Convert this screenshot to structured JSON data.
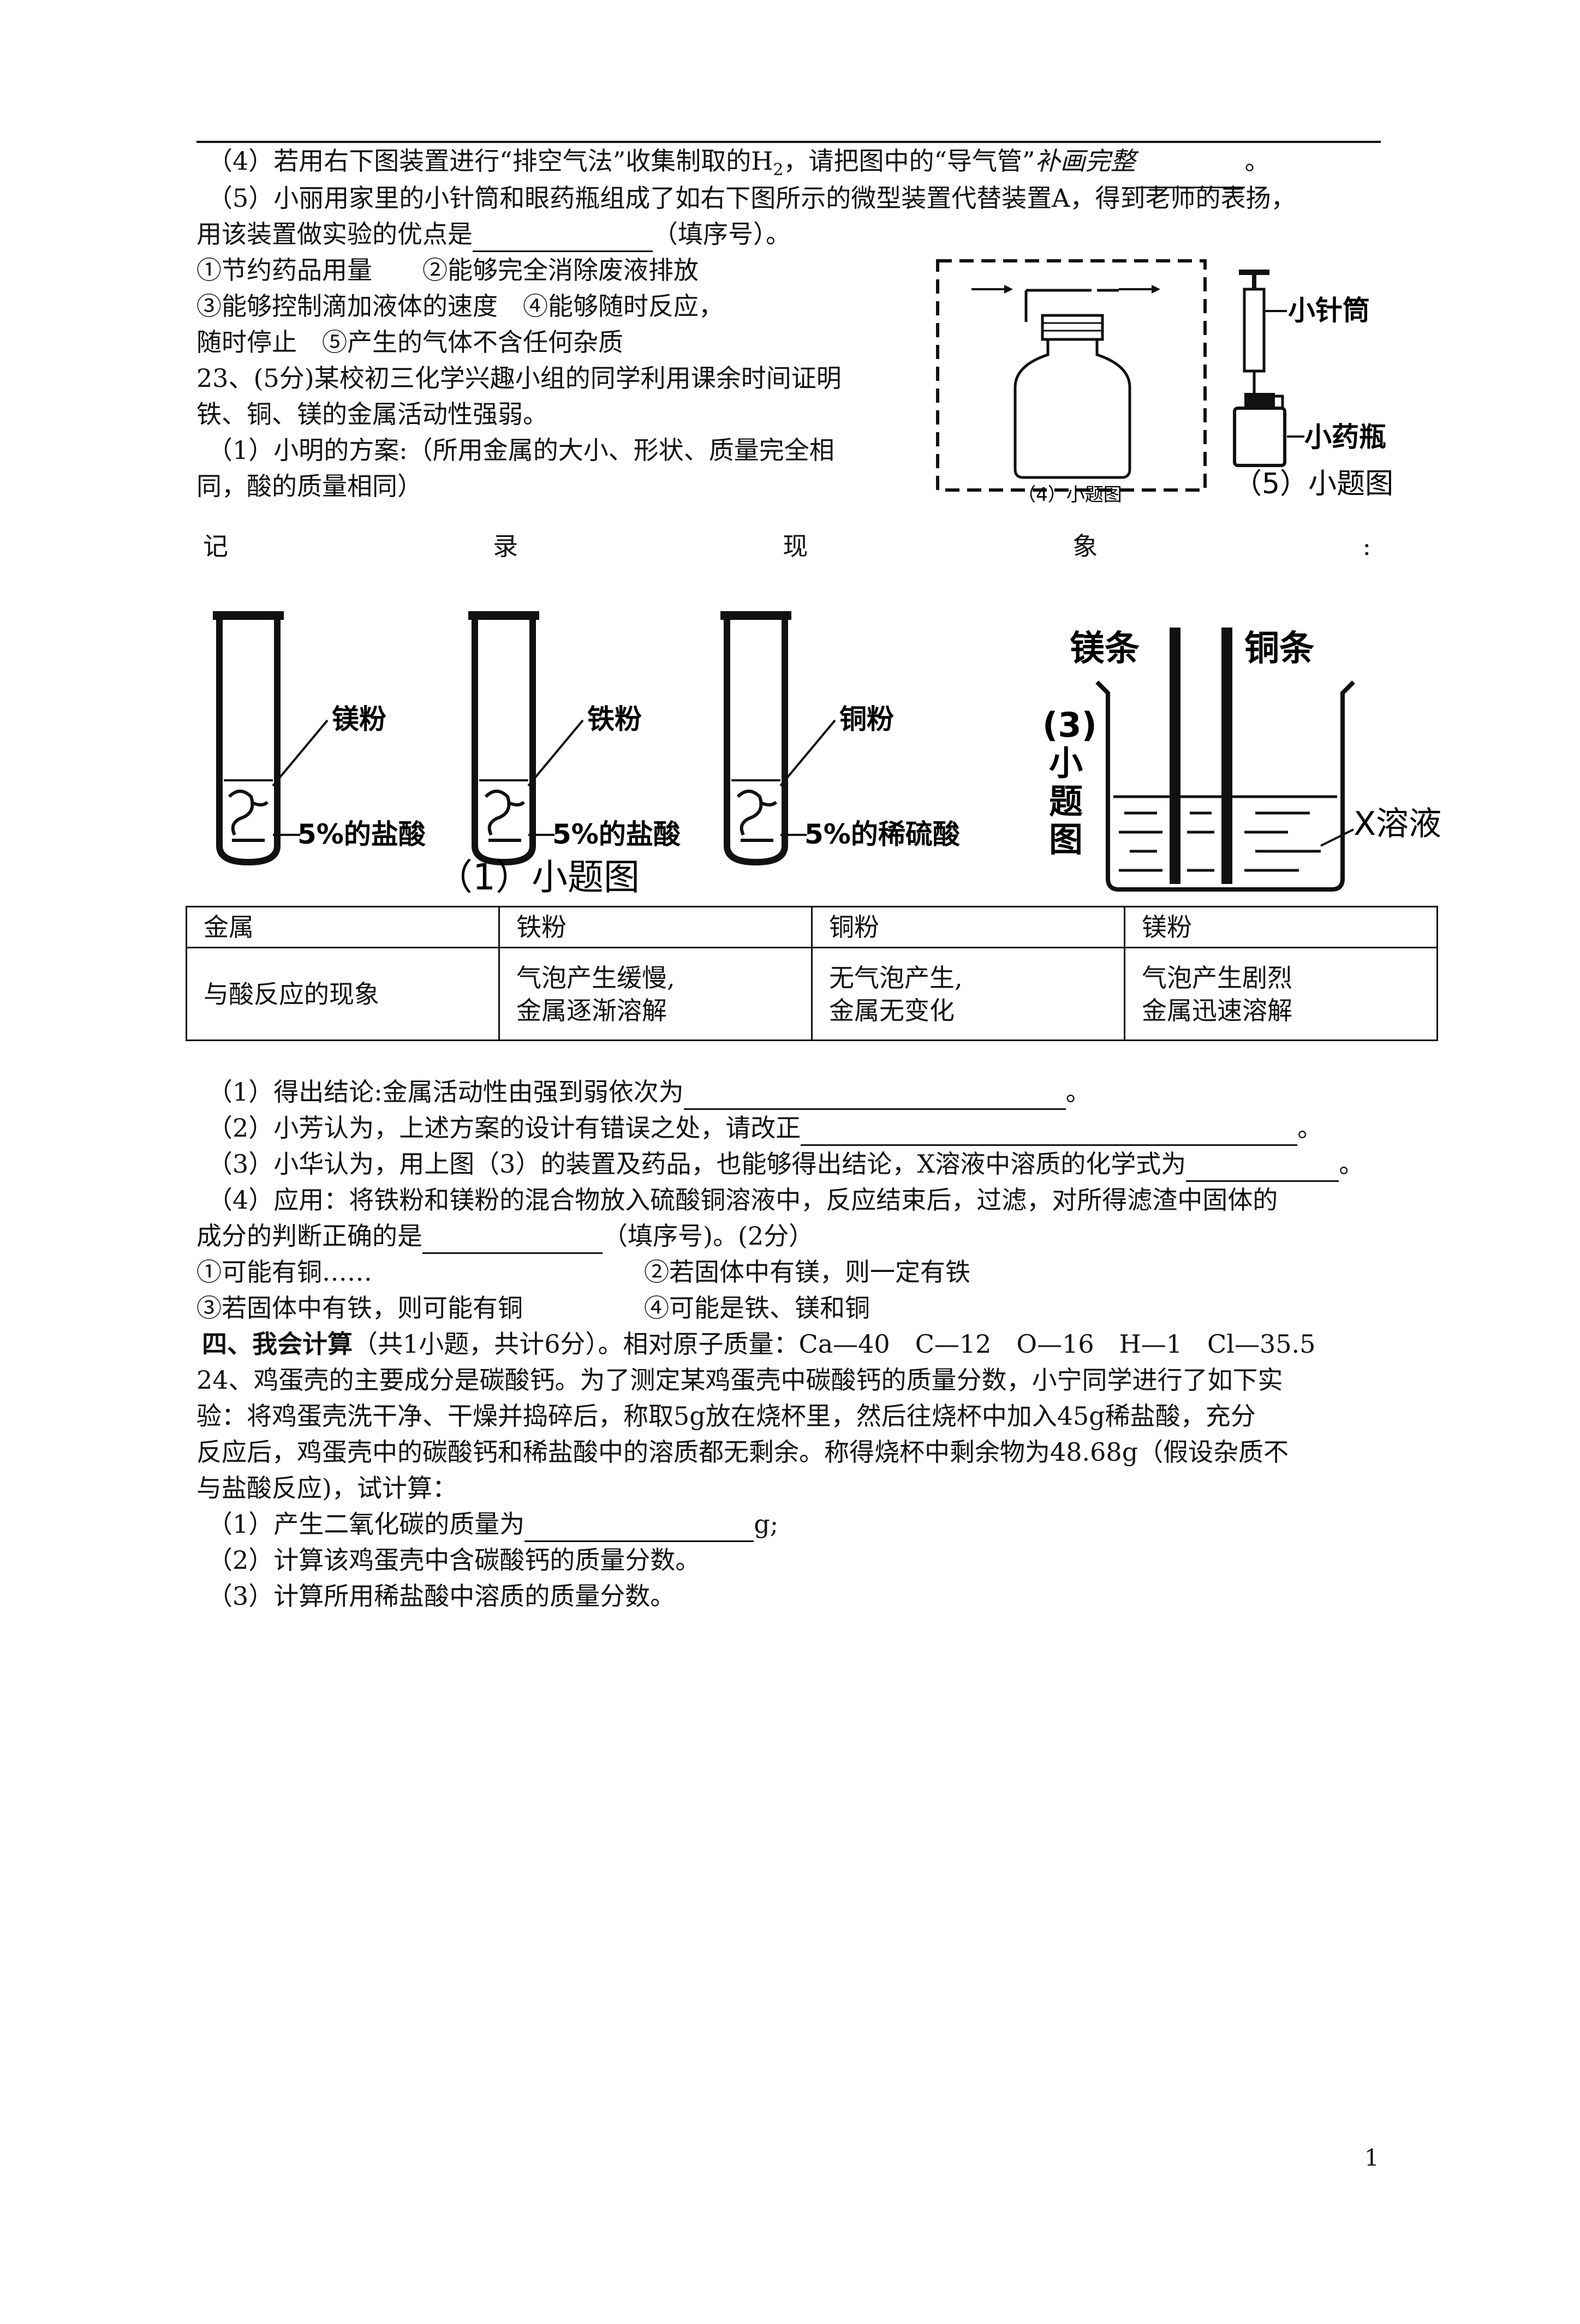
{
  "q22": {
    "line4": "（4）若用右下图装置进行“排空气法”收集制取的H",
    "line4_sub": "2",
    "line4_mid": "，请把图中的“导气管”",
    "line4_italic": "补画完整",
    "line4_end": "。",
    "line5a": "（5）小丽用家里的小针筒和眼药瓶组成了如右下图所示的微型装置代替装置A，得到老师的表扬，",
    "line5b": "用该装置做实验的优点是",
    "line5b_end": "（填序号）。",
    "opt1": "①节约药品用量　　②能够完全消除废液排放",
    "opt2": "③能够控制滴加液体的速度　④能够随时反应，",
    "opt3": "随时停止　⑤产生的气体不含任何杂质"
  },
  "figures": {
    "fig4_caption": "（4）小题图",
    "fig5_caption": "（5）小题图",
    "fig5_syringe": "小针筒",
    "fig5_bottle": "小药瓶",
    "fig1_caption": "（1）小题图",
    "fig1_labels": [
      "镁粉",
      "5%的盐酸",
      "铁粉",
      "5%的盐酸",
      "铜粉",
      "5%的稀硫酸"
    ],
    "fig3_mg": "镁条",
    "fig3_cu": "铜条",
    "fig3_caption": [
      "(3)",
      "小",
      "题",
      "图"
    ],
    "fig3_solution": "X溶液"
  },
  "q23": {
    "line1": "23、(5分)某校初三化学兴趣小组的同学利用课余时间证明",
    "line2": "铁、铜、镁的金属活动性强弱。",
    "line3": "（1）小明的方案:（所用金属的大小、形状、质量完全相",
    "line4": "同，酸的质量相同）",
    "record": [
      "记",
      "录",
      "现",
      "象",
      ":"
    ],
    "table": {
      "header": [
        "金属",
        "铁粉",
        "铜粉",
        "镁粉"
      ],
      "row_label": "与酸反应的现象",
      "cells": [
        [
          "气泡产生缓慢,",
          "金属逐渐溶解"
        ],
        [
          "无气泡产生,",
          "金属无变化"
        ],
        [
          "气泡产生剧烈",
          "金属迅速溶解"
        ]
      ]
    },
    "c1": "（1）得出结论:金属活动性由强到弱依次为",
    "c1_end": "。",
    "c2": "（2）小芳认为，上述方案的设计有错误之处，请改正",
    "c2_end": "。",
    "c3": "（3）小华认为，用上图（3）的装置及药品，也能够得出结论，X溶液中溶质的化学式为",
    "c3_end": "。",
    "c4a": "（4）应用：将铁粉和镁粉的混合物放入硫酸铜溶液中，反应结束后，过滤，对所得滤渣中固体的",
    "c4b": "成分的判断正确的是",
    "c4b_end": "（填序号)。(2分）",
    "c4_opt1": "①可能有铜……",
    "c4_opt2": "②若固体中有镁，则一定有铁",
    "c4_opt3": "③若固体中有铁，则可能有铜",
    "c4_opt4": "④可能是铁、镁和铜"
  },
  "q24": {
    "heading_bold": "四、我会计算",
    "heading_rest": "（共1小题，共计6分）。相对原子质量：Ca—40　C—12　O—16　H—1　Cl—35.5",
    "p1": "24、鸡蛋壳的主要成分是碳酸钙。为了测定某鸡蛋壳中碳酸钙的质量分数，小宁同学进行了如下实",
    "p2": "验：将鸡蛋壳洗干净、干燥并捣碎后，称取5g放在烧杯里，然后往烧杯中加入45g稀盐酸，充分",
    "p3": "反应后，鸡蛋壳中的碳酸钙和稀盐酸中的溶质都无剩余。称得烧杯中剩余物为48.68g（假设杂质不",
    "p4": "与盐酸反应)，试计算：",
    "s1": "（1）产生二氧化碳的质量为",
    "s1_end": "g;",
    "s2": "（2）计算该鸡蛋壳中含碳酸钙的质量分数。",
    "s3": "（3）计算所用稀盐酸中溶质的质量分数。"
  },
  "page_number": "1"
}
